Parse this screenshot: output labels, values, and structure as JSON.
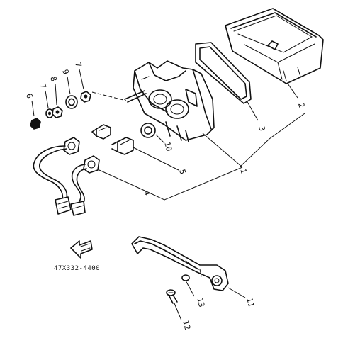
{
  "diagram": {
    "part_code": "47X332-4400",
    "callouts": [
      {
        "id": "c1",
        "label": "1"
      },
      {
        "id": "c2",
        "label": "2"
      },
      {
        "id": "c3",
        "label": "3"
      },
      {
        "id": "c4",
        "label": "4"
      },
      {
        "id": "c5",
        "label": "5"
      },
      {
        "id": "c6",
        "label": "6"
      },
      {
        "id": "c7a",
        "label": "7"
      },
      {
        "id": "c8a",
        "label": "8"
      },
      {
        "id": "c9",
        "label": "9"
      },
      {
        "id": "c7b",
        "label": "7"
      },
      {
        "id": "c10",
        "label": "10"
      },
      {
        "id": "c11",
        "label": "11"
      },
      {
        "id": "c12",
        "label": "12"
      },
      {
        "id": "c13",
        "label": "13"
      }
    ]
  }
}
